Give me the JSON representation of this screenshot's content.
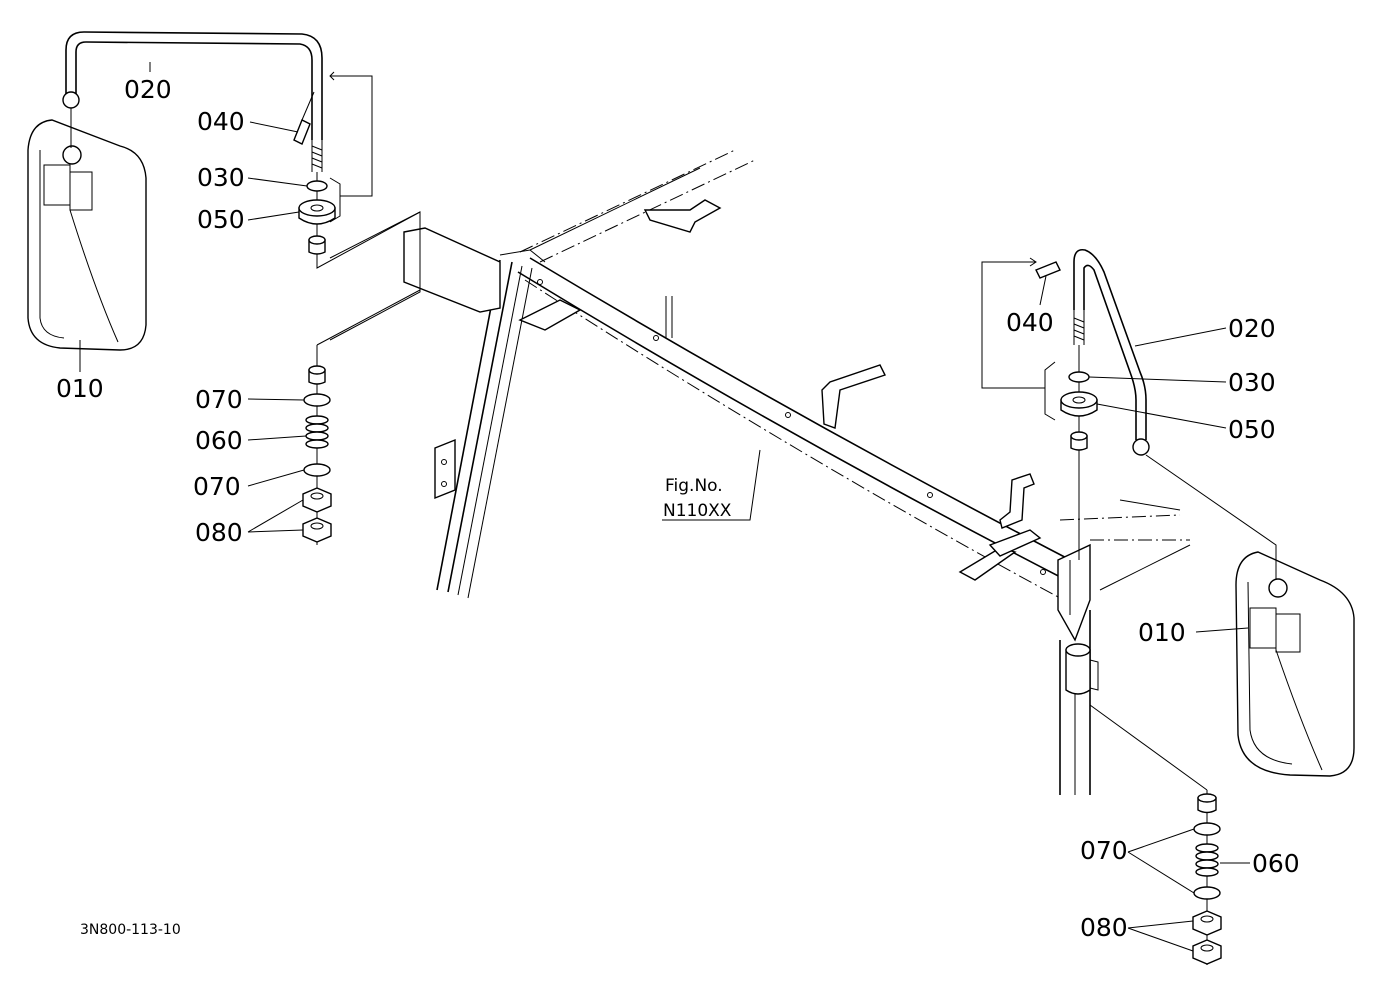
{
  "figure": {
    "code": "3N800-113-10",
    "ref_line1": "Fig.No.",
    "ref_line2": "N110XX"
  },
  "callouts": {
    "left": {
      "mirror": "010",
      "stay": "020",
      "pin": "040",
      "oring": "030",
      "bushing": "050",
      "washer_top": "070",
      "spring": "060",
      "washer_bottom": "070",
      "nuts": "080"
    },
    "right": {
      "pin": "040",
      "stay": "020",
      "oring": "030",
      "bushing": "050",
      "mirror": "010",
      "washers": "070",
      "spring": "060",
      "nuts": "080"
    }
  }
}
